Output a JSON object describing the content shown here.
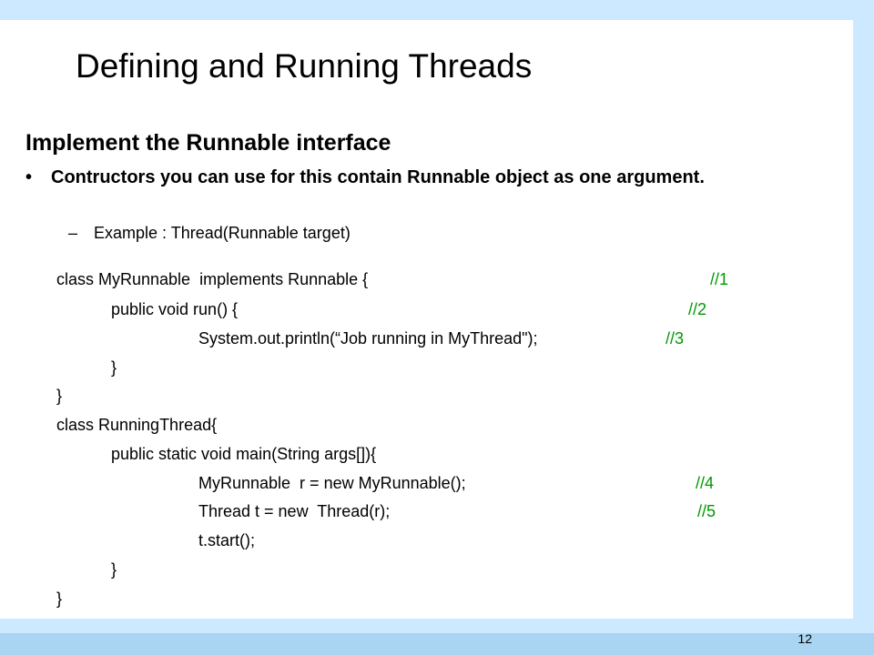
{
  "slide": {
    "title": "Defining and Running Threads",
    "heading": "Implement the Runnable interface",
    "bullet_symbol": "•",
    "bullet_text": "Contructors you can use for this contain Runnable object as one argument.",
    "subbullet_dash": "–",
    "subbullet_text": "Example : Thread(Runnable  target)",
    "code": [
      {
        "text": "class MyRunnable  implements Runnable {",
        "comment": "//1"
      },
      {
        "text": "public void run() {",
        "comment": "//2"
      },
      {
        "text": "System.out.println(“Job running in MyThread\");",
        "comment": "//3"
      },
      {
        "text": "}",
        "comment": ""
      },
      {
        "text": "}",
        "comment": ""
      },
      {
        "text": "class RunningThread{",
        "comment": ""
      },
      {
        "text": "public static void main(String args[]){",
        "comment": ""
      },
      {
        "text": "MyRunnable  r = new MyRunnable();",
        "comment": "//4"
      },
      {
        "text": "Thread t = new  Thread(r);",
        "comment": "//5"
      },
      {
        "text": "t.start();",
        "comment": ""
      },
      {
        "text": "}",
        "comment": ""
      },
      {
        "text": "}",
        "comment": ""
      }
    ],
    "page_number": "12"
  },
  "colors": {
    "background": "#cce9ff",
    "footer_bar": "#a9d4f2",
    "comment": "#009900"
  }
}
